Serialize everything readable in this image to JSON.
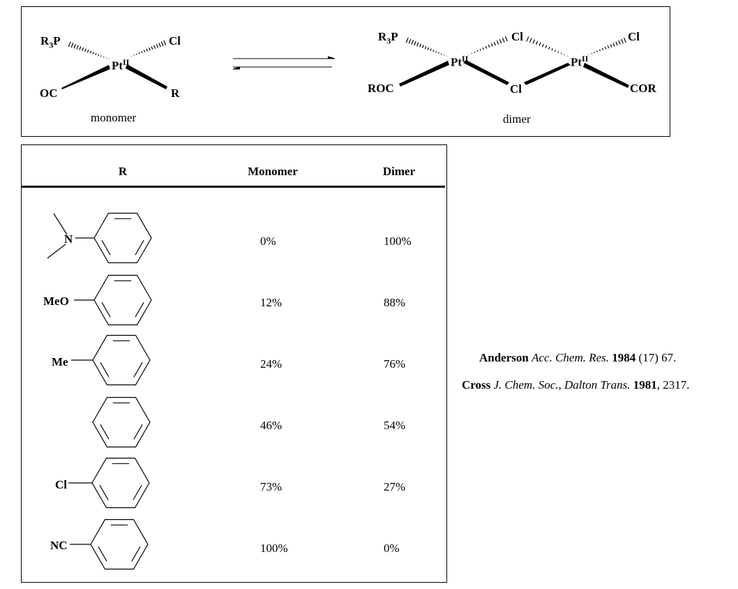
{
  "scheme": {
    "monomer": {
      "ligand_phosphine": "R₃P",
      "metal": "Pt",
      "oxidation_state": "II",
      "ligand_cl": "Cl",
      "ligand_co": "OC",
      "ligand_r": "R",
      "caption": "monomer"
    },
    "dimer": {
      "ligand_phosphine": "R₃P",
      "metal": "Pt",
      "oxidation_state": "II",
      "bridge_cl_top": "Cl",
      "bridge_cl_bottom": "Cl",
      "terminal_cl": "Cl",
      "acyl_left": "ROC",
      "acyl_right": "COR",
      "caption": "dimer"
    }
  },
  "table": {
    "columns": [
      "R",
      "Monomer",
      "Dimer"
    ],
    "rows": [
      {
        "substituent": "N",
        "monomer": "0%",
        "dimer": "100%"
      },
      {
        "substituent": "MeO",
        "monomer": "12%",
        "dimer": "88%"
      },
      {
        "substituent": "Me",
        "monomer": "24%",
        "dimer": "76%"
      },
      {
        "substituent": "",
        "monomer": "46%",
        "dimer": "54%"
      },
      {
        "substituent": "Cl",
        "monomer": "73%",
        "dimer": "27%"
      },
      {
        "substituent": "NC",
        "monomer": "100%",
        "dimer": "0%"
      }
    ]
  },
  "references": [
    {
      "author": "Anderson",
      "journal": "Acc. Chem. Res.",
      "year": "1984",
      "rest": " (17) 67."
    },
    {
      "author": "Cross",
      "journal": "J. Chem. Soc., Dalton Trans.",
      "year": "1981",
      "rest": ", 2317."
    }
  ]
}
